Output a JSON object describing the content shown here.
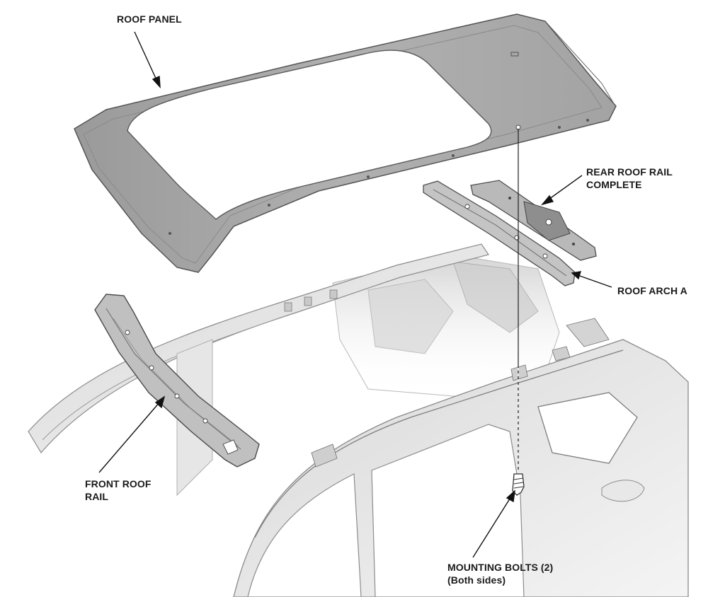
{
  "labels": {
    "roof_panel": "ROOF PANEL",
    "rear_roof_rail": [
      "REAR ROOF RAIL",
      "COMPLETE"
    ],
    "roof_arch_a": "ROOF ARCH A",
    "front_roof_rail": [
      "FRONT ROOF",
      "RAIL"
    ],
    "mounting_bolts": [
      "MOUNTING BOLTS (2)",
      "(Both sides)"
    ]
  },
  "colors": {
    "panel_fill": "#a9a9a9",
    "panel_edge": "#5a5a5a",
    "rail_fill": "#c2c2c2",
    "body_fill": "#e3e3e3",
    "line": "#222222"
  }
}
